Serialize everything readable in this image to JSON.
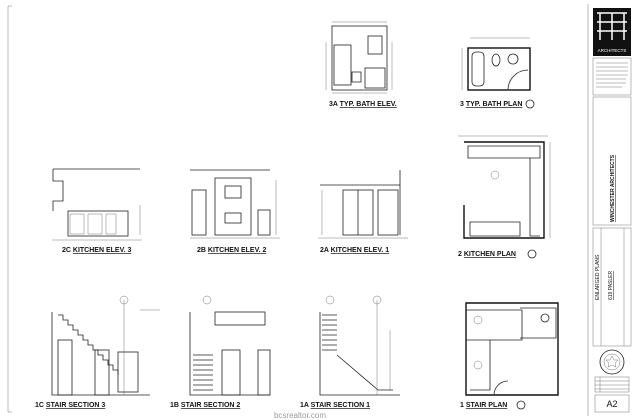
{
  "sheet": {
    "watermark": "bcsrealtor.com",
    "views": [
      {
        "code": "3A",
        "title": "TYP. BATH ELEV."
      },
      {
        "code": "3",
        "title": "TYP. BATH PLAN"
      },
      {
        "code": "2C",
        "title": "KITCHEN ELEV. 3"
      },
      {
        "code": "2B",
        "title": "KITCHEN ELEV. 2"
      },
      {
        "code": "2A",
        "title": "KITCHEN ELEV. 1"
      },
      {
        "code": "2",
        "title": "KITCHEN PLAN"
      },
      {
        "code": "1C",
        "title": "STAIR SECTION 3"
      },
      {
        "code": "1B",
        "title": "STAIR SECTION 2"
      },
      {
        "code": "1A",
        "title": "STAIR SECTION 1"
      },
      {
        "code": "1",
        "title": "STAIR PLAN"
      }
    ]
  },
  "title_block": {
    "logo_text": "WIN CHES TER ARCHITECTS",
    "logo_sub": "ARCHITECTS",
    "firm": "WINCHESTER ARCHITECTS",
    "drawing_title": "ENLARGED PLANS",
    "project": "619 PASLER",
    "sheet_number": "A2"
  }
}
